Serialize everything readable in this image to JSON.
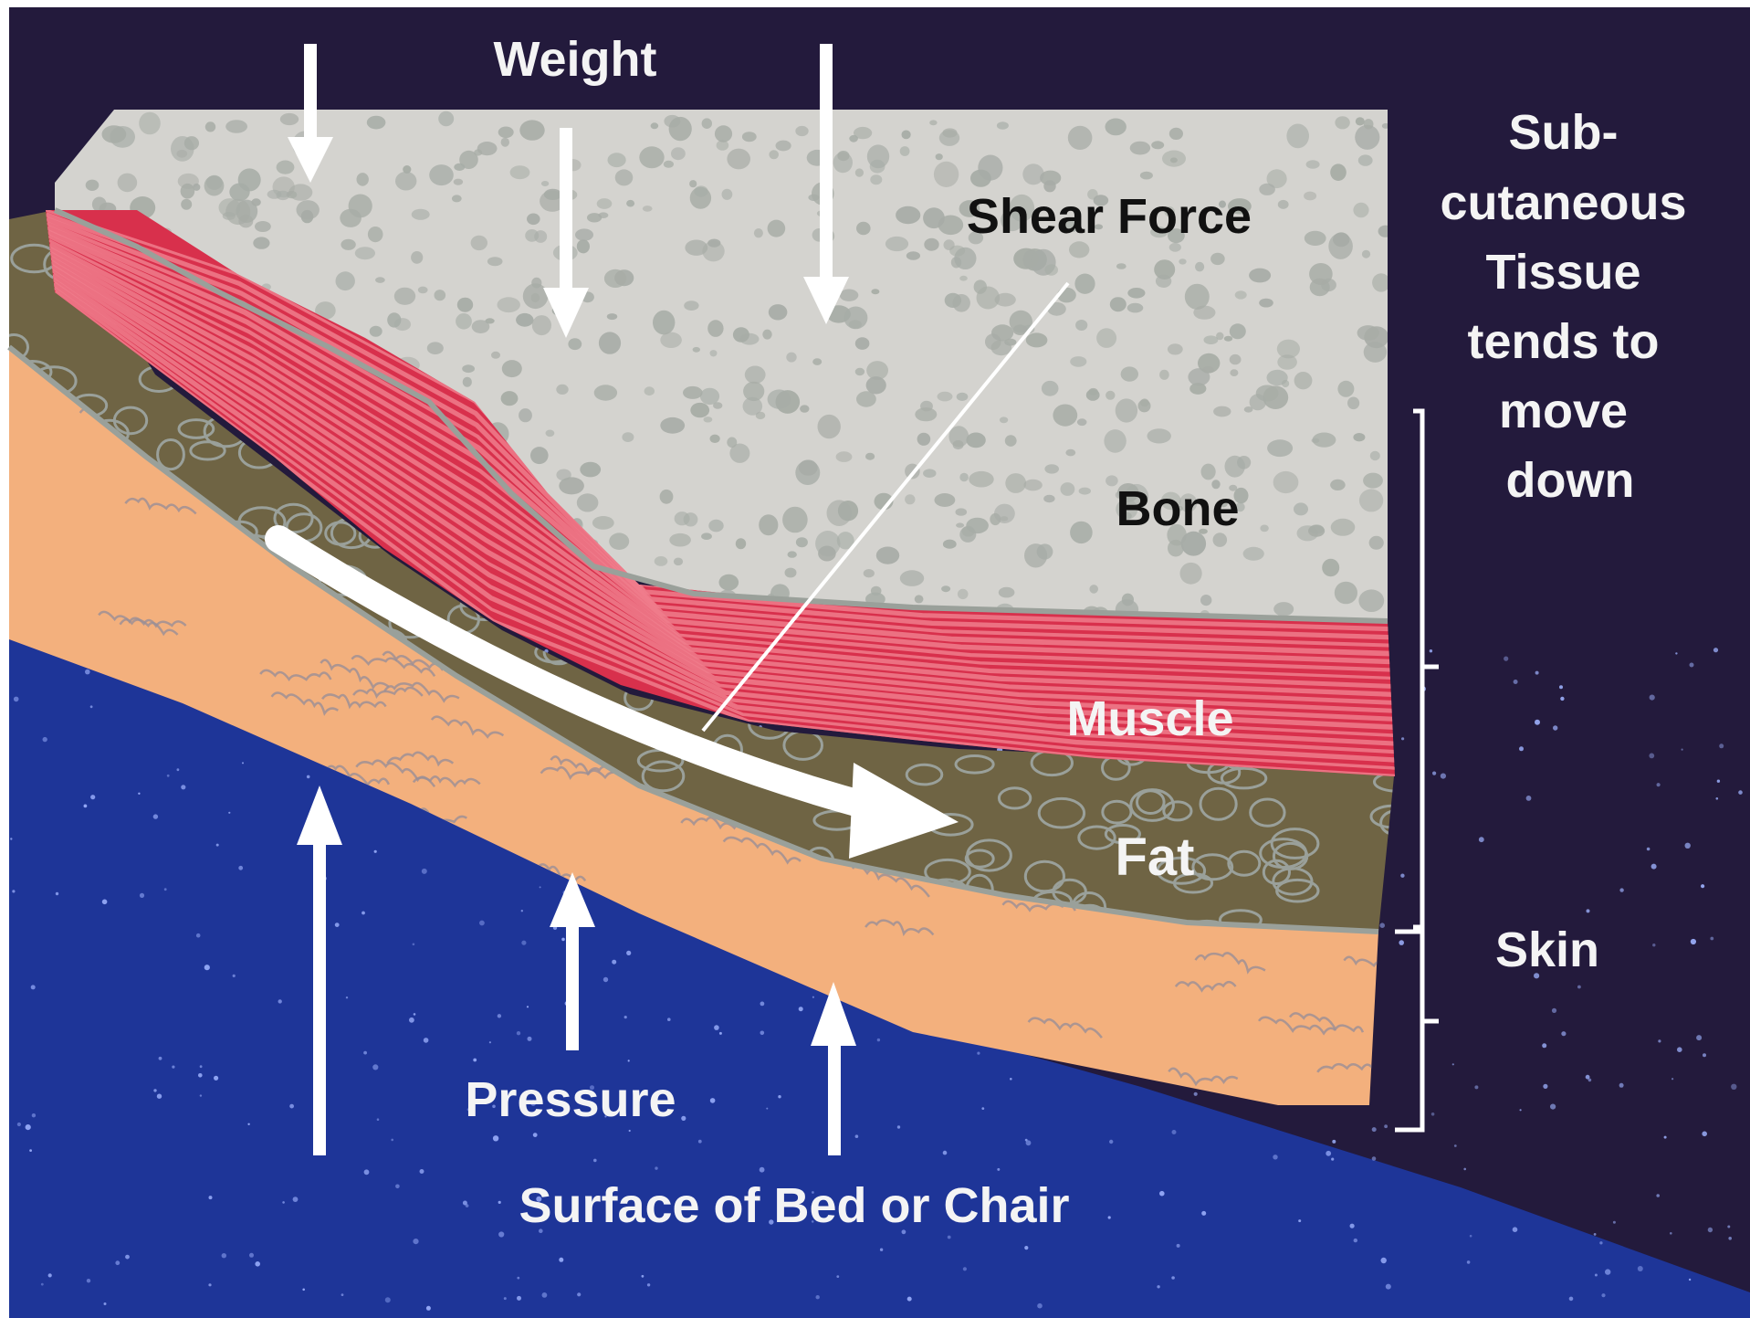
{
  "labels": {
    "weight": "Weight",
    "shear_force": "Shear Force",
    "bone": "Bone",
    "muscle": "Muscle",
    "fat": "Fat",
    "pressure": "Pressure",
    "surface": "Surface of Bed or Chair",
    "skin": "Skin",
    "subcutaneous_lines": [
      "Sub-",
      "cutaneous",
      "Tissue",
      "tends to",
      "move",
      "down"
    ]
  },
  "colors": {
    "background": "#231a3c",
    "surface_blue": "#1e3598",
    "bone": "#d4d3cf",
    "bone_speckle": "#a7aca6",
    "muscle": "#d8304c",
    "muscle_fiber": "#f07d8c",
    "fat": "#6f6444",
    "fat_outline": "#9aa09a",
    "skin": "#f3b07d",
    "skin_line": "#9a8f96",
    "arrow": "#ffffff",
    "text_dark": "#111111",
    "text_light": "#f4f4f4"
  },
  "icons": {
    "weight_arrows": "down-arrow-icon",
    "pressure_arrows": "up-arrow-icon",
    "shear_direction": "curved-arrow-icon"
  }
}
